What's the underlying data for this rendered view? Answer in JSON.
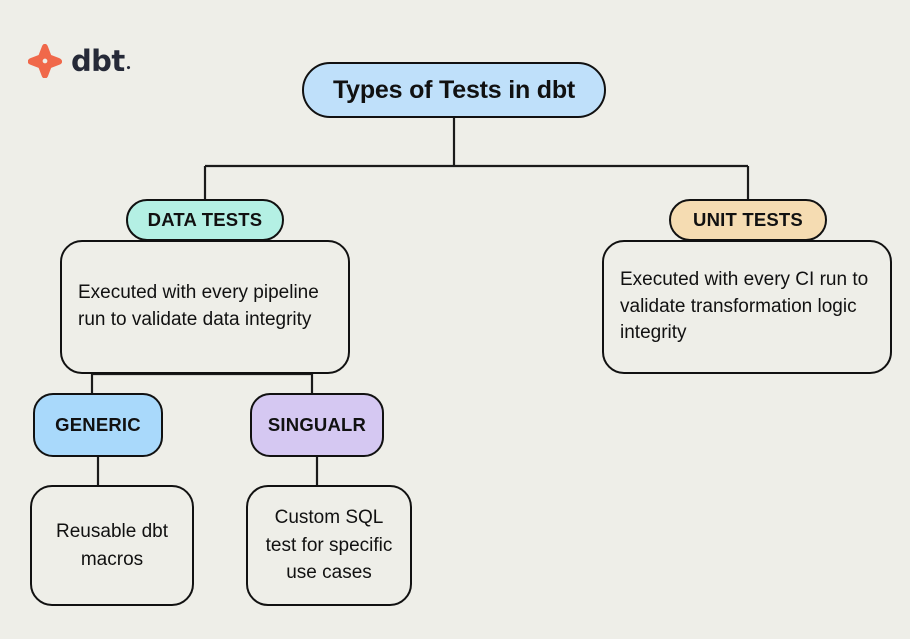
{
  "background_color": "#eeeee8",
  "brand": {
    "logo_icon": "dbt-x-logo-icon",
    "wordmark": "dbt",
    "trademark": "®",
    "logo_color": "#f0684a",
    "wordmark_color": "#262a38"
  },
  "diagram": {
    "title": "Types of Tests in dbt",
    "title_color": "#bfe0fa",
    "nodes": {
      "data_tests": {
        "label": "DATA TESTS",
        "color": "#b4f0e4",
        "description": "Executed with every pipeline run to validate data integrity"
      },
      "unit_tests": {
        "label": "UNIT TESTS",
        "color": "#f5dcb2",
        "description": "Executed with every CI run to validate transformation logic integrity"
      },
      "generic": {
        "label": "GENERIC",
        "color": "#a9d9fb",
        "description": "Reusable dbt macros"
      },
      "singular": {
        "label": "SINGUALR",
        "color": "#d5c8f2",
        "description": "Custom SQL test for specific use cases"
      }
    }
  }
}
